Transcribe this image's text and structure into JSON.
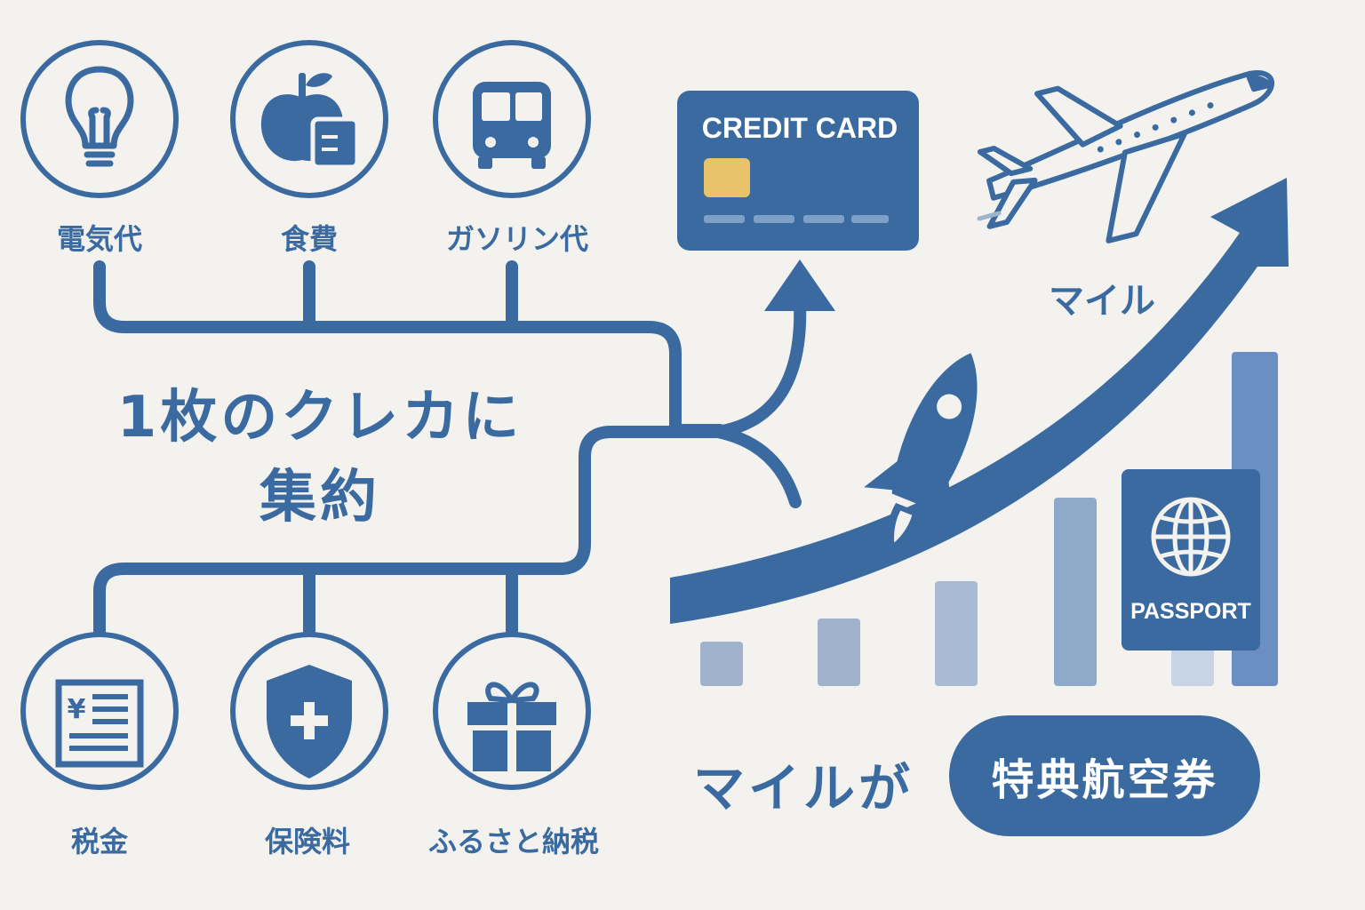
{
  "colors": {
    "primary": "#3a6aa0",
    "background": "#f3f2ee",
    "chip": "#e8c36a",
    "bar_light": "#9fb3cd",
    "bar_mid": "#8fa9c9",
    "bar_right": "#6b8fc2"
  },
  "expenses_top": [
    {
      "label": "電気代",
      "icon": "lightbulb-icon"
    },
    {
      "label": "食費",
      "icon": "apple-icon"
    },
    {
      "label": "ガソリン代",
      "icon": "bus-icon"
    }
  ],
  "expenses_bottom": [
    {
      "label": "税金",
      "icon": "yen-document-icon"
    },
    {
      "label": "保険料",
      "icon": "shield-plus-icon"
    },
    {
      "label": "ふるさと納税",
      "icon": "gift-icon"
    }
  ],
  "center": {
    "line1": "1枚のクレカに",
    "line2": "集約"
  },
  "card": {
    "text": "CREDIT CARD",
    "icon": "credit-card-icon"
  },
  "miles": {
    "label": "マイル",
    "label_ga": "マイルが",
    "reward": "特典航空券"
  },
  "icons": {
    "airplane": "airplane-icon",
    "rocket": "rocket-icon",
    "passport": "passport-icon",
    "globe": "globe-icon"
  },
  "passport": {
    "text": "PASSPORT"
  }
}
